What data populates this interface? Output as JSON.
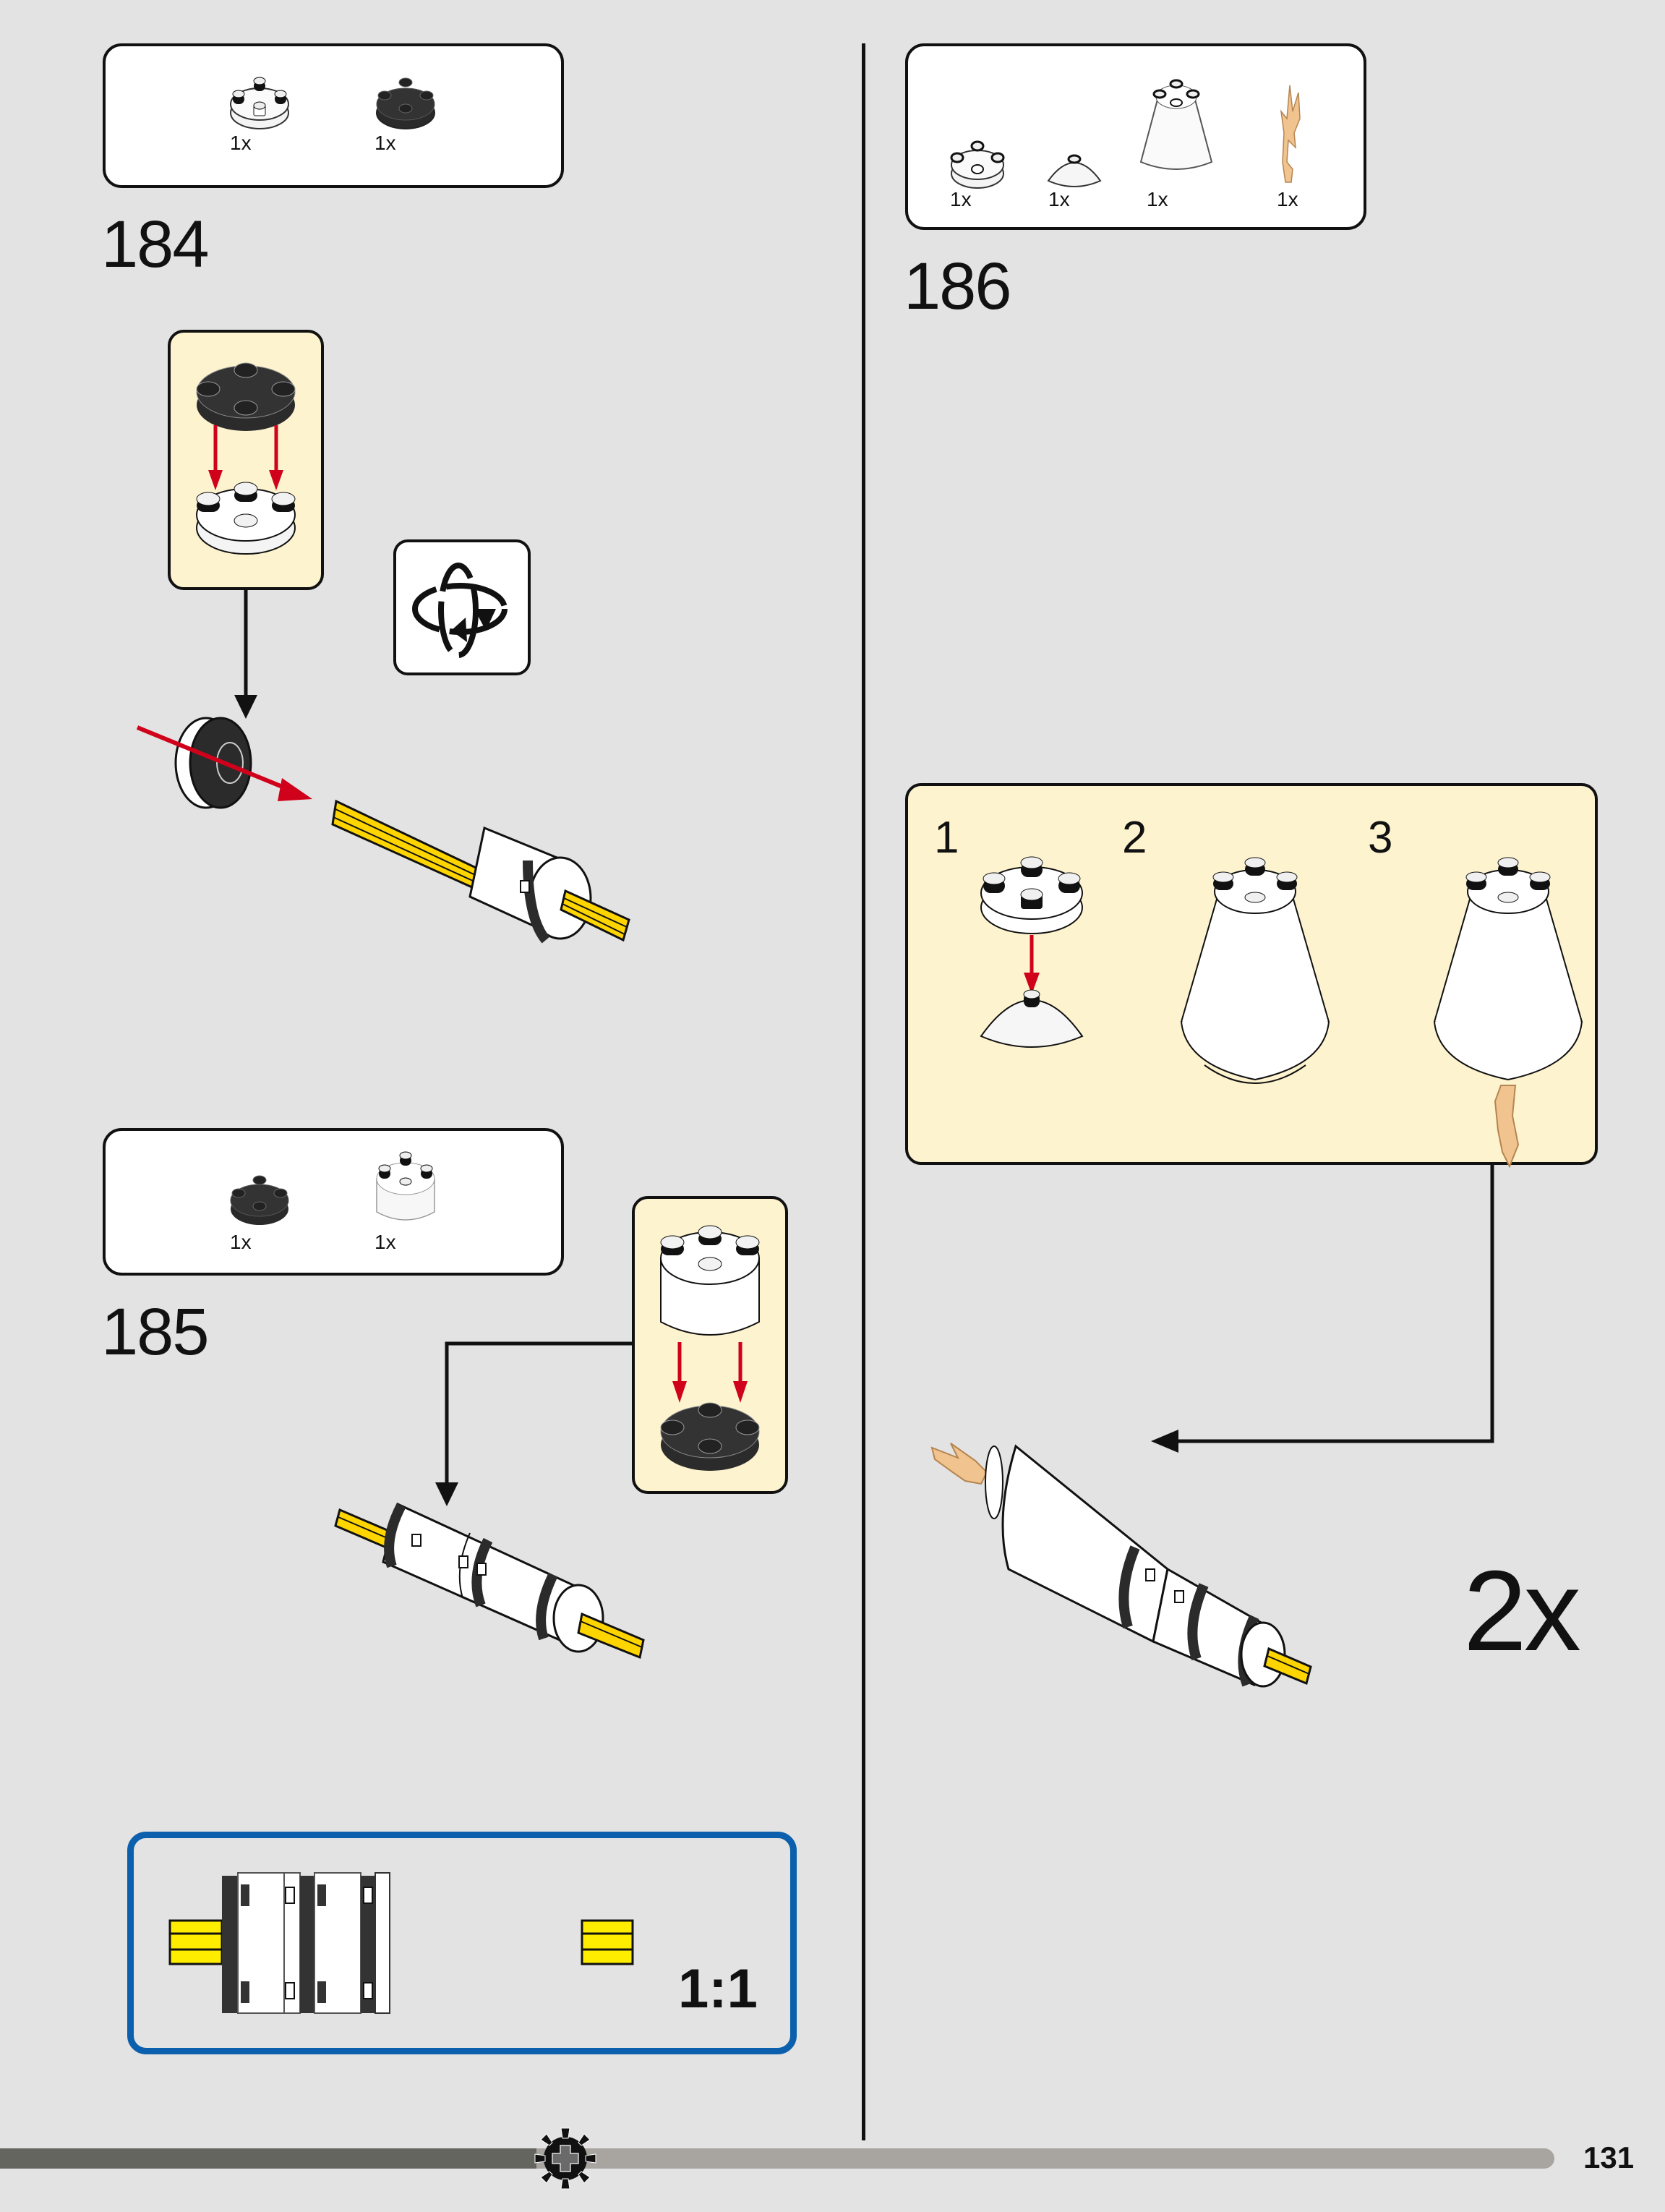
{
  "page": {
    "number": "131",
    "progress_fraction": 0.345,
    "colors": {
      "background": "#e3e3e3",
      "callout_bg": "#fdf3cf",
      "arrow_red": "#d0021b",
      "axle_yellow": "#ffd500",
      "ratio_border": "#0b5fad",
      "flame_tan": "#f1c48f",
      "progress_dark": "#656560",
      "progress_light": "#a8a4a0"
    }
  },
  "steps": [
    {
      "number": "184",
      "parts": [
        {
          "name": "white-round-plate-2x2",
          "qty": "1x"
        },
        {
          "name": "black-round-plate-2x2",
          "qty": "1x"
        }
      ],
      "rotate_icon": "rotate-model-icon"
    },
    {
      "number": "185",
      "parts": [
        {
          "name": "black-round-plate-2x2",
          "qty": "1x"
        },
        {
          "name": "white-round-brick-2x2",
          "qty": "1x"
        }
      ]
    },
    {
      "number": "186",
      "parts": [
        {
          "name": "white-round-plate-2x2",
          "qty": "1x"
        },
        {
          "name": "white-dish-2x2",
          "qty": "1x"
        },
        {
          "name": "white-cone-4x4",
          "qty": "1x"
        },
        {
          "name": "tan-flame",
          "qty": "1x"
        }
      ],
      "substeps": [
        "1",
        "2",
        "3"
      ],
      "multiplier": "2x"
    }
  ],
  "scale_check": {
    "ratio": "1:1"
  }
}
